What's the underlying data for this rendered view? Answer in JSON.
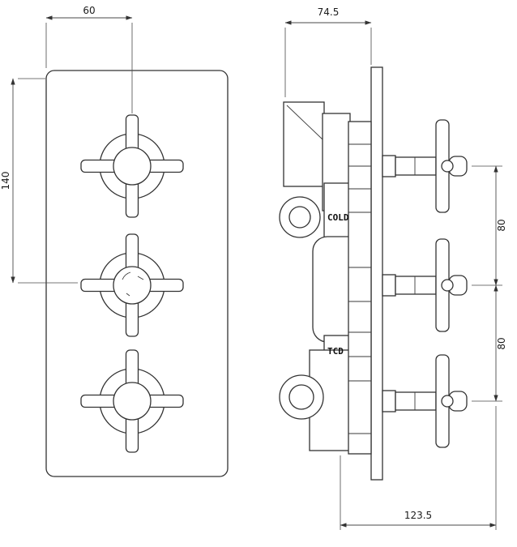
{
  "drawing": {
    "title": "thermostatic-triple-valve-dimension-drawing",
    "front_view": {
      "dim_center_offset": "60",
      "dim_vertical_span": "140"
    },
    "side_view": {
      "dim_body_depth": "74.5",
      "dim_handle_gap_upper": "80",
      "dim_handle_gap_lower": "80",
      "dim_overall_depth": "123.5",
      "port_labels": {
        "cold": "COLD",
        "tcd": "TCD"
      }
    }
  }
}
